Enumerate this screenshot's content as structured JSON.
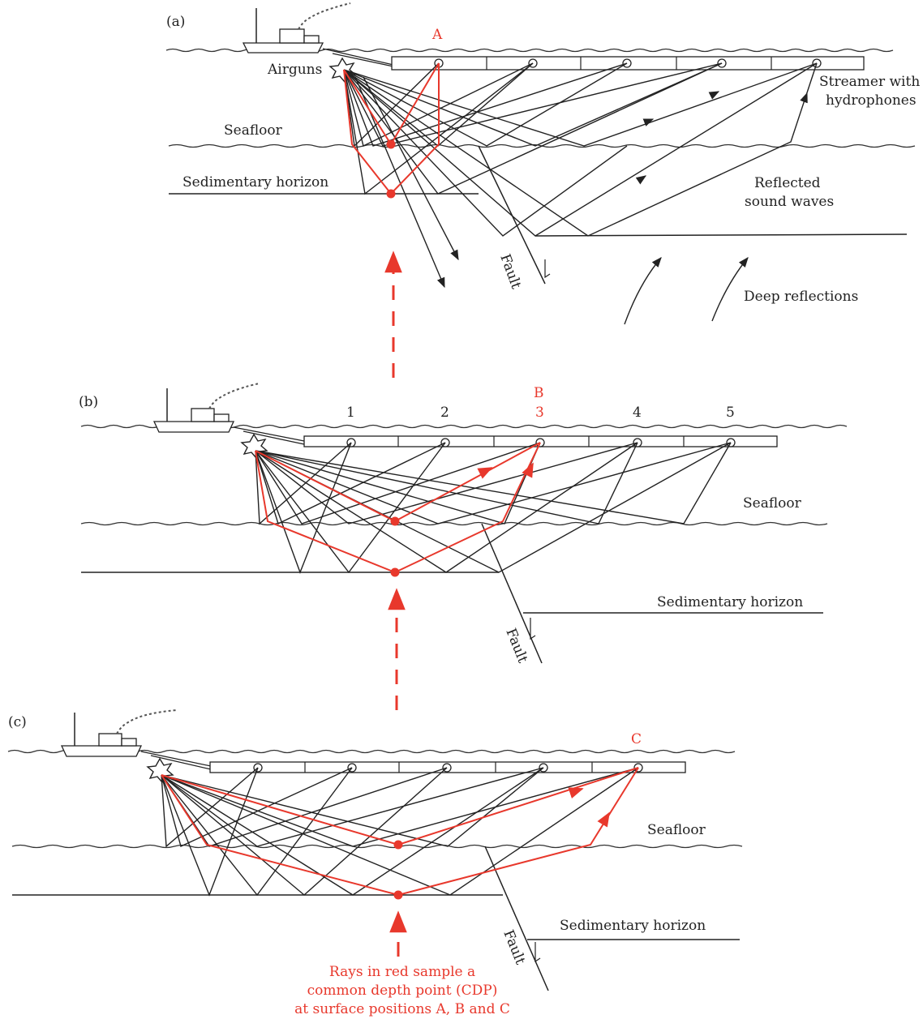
{
  "panels": [
    {
      "id": "a",
      "label": "(a)",
      "cdp_label": "A",
      "labels": {
        "airguns": "Airguns",
        "streamer_line1": "Streamer with",
        "streamer_line2": "hydrophones",
        "seafloor": "Seafloor",
        "sedimentary": "Sedimentary horizon",
        "reflected_line1": "Reflected",
        "reflected_line2": "sound waves",
        "fault": "Fault",
        "deep": "Deep reflections"
      }
    },
    {
      "id": "b",
      "label": "(b)",
      "cdp_label": "B",
      "hydrophone_numbers": [
        "1",
        "2",
        "3",
        "4",
        "5"
      ],
      "labels": {
        "seafloor": "Seafloor",
        "sedimentary": "Sedimentary horizon",
        "fault": "Fault"
      }
    },
    {
      "id": "c",
      "label": "(c)",
      "cdp_label": "C",
      "labels": {
        "seafloor": "Seafloor",
        "sedimentary": "Sedimentary horizon",
        "fault": "Fault"
      }
    }
  ],
  "caption": {
    "line1": "Rays in red sample a",
    "line2": "common depth point (CDP)",
    "line3": "at surface positions A, B and C"
  },
  "colors": {
    "cdp_red": "#e8382c",
    "ink": "#222222"
  }
}
